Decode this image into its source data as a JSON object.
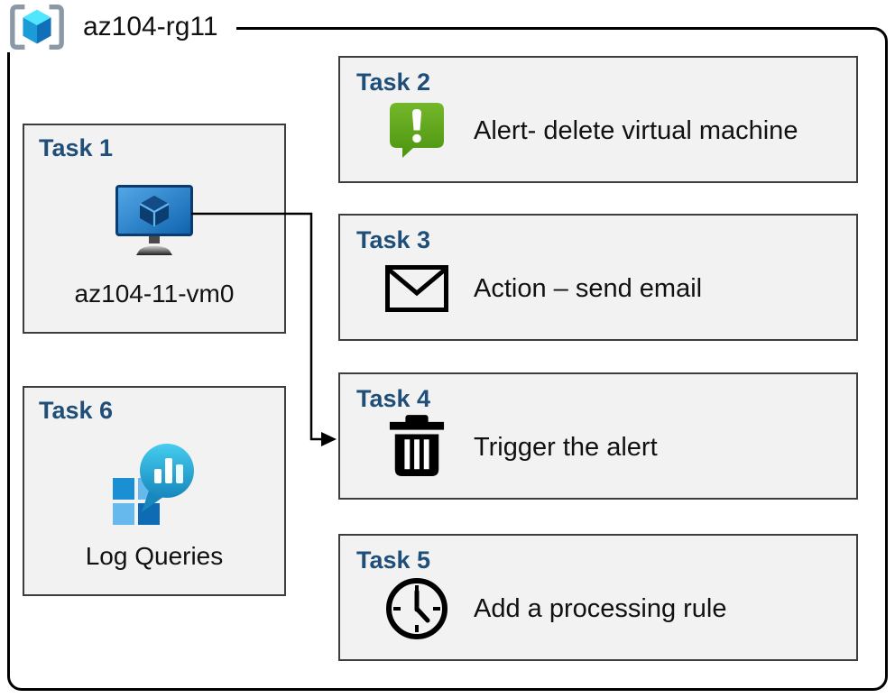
{
  "resource_group": {
    "label": "az104-rg11",
    "icon": "resource-group-icon"
  },
  "tasks": [
    {
      "title": "Task 1",
      "caption": "az104-11-vm0",
      "icon": "virtual-machine-icon"
    },
    {
      "title": "Task 2",
      "caption": "Alert- delete virtual machine",
      "icon": "alert-icon"
    },
    {
      "title": "Task 3",
      "caption": "Action – send email",
      "icon": "email-envelope-icon"
    },
    {
      "title": "Task 4",
      "caption": "Trigger the alert",
      "icon": "trash-icon"
    },
    {
      "title": "Task 5",
      "caption": "Add a processing rule",
      "icon": "clock-icon"
    },
    {
      "title": "Task 6",
      "caption": "Log Queries",
      "icon": "log-analytics-icon"
    }
  ],
  "connector": {
    "from": "Task 1",
    "to": "Task 4"
  },
  "colors": {
    "task_title_blue": "#1f4e79",
    "box_fill": "#f2f2f2",
    "box_border": "#3d3d3d",
    "outline_black": "#000000",
    "alert_green": "#5aa41c",
    "vm_screen_blue": "#1e7fd0",
    "log_analytics_teal": "#29b1d8",
    "azure_blue": "#0078d4"
  }
}
